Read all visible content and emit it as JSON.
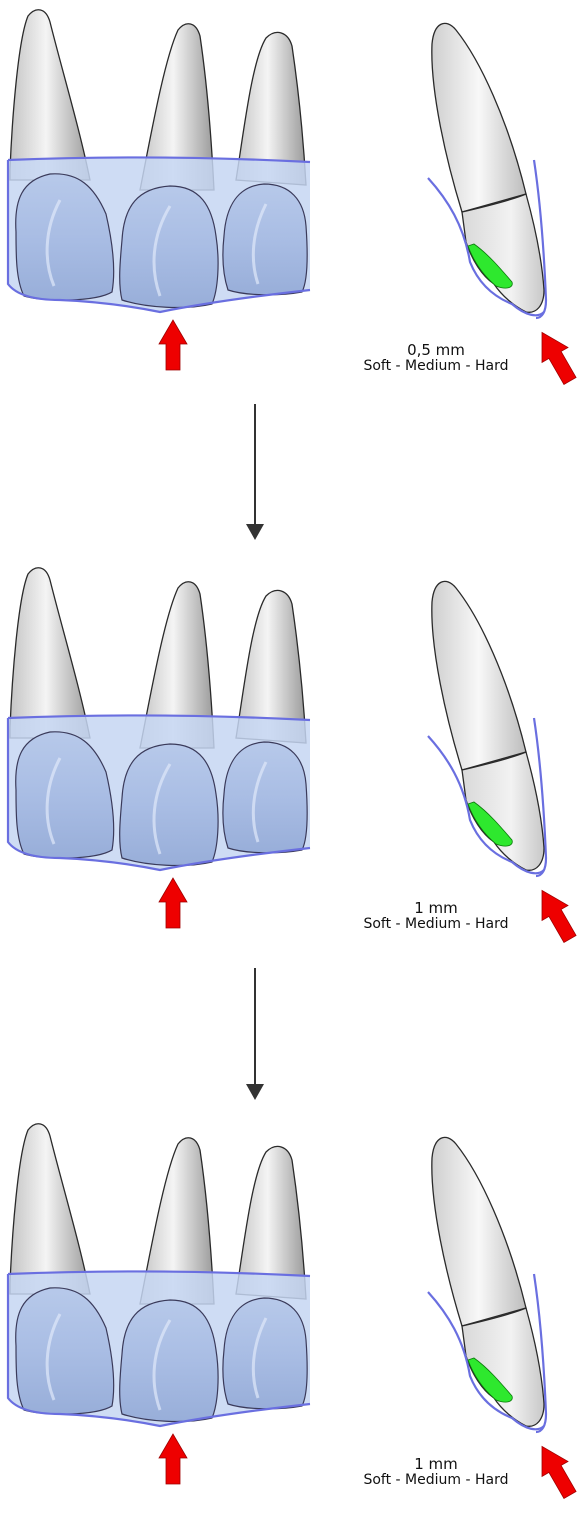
{
  "stages": [
    {
      "thickness": "0,5 mm",
      "hardness": "Soft - Medium - Hard"
    },
    {
      "thickness": "1 mm",
      "hardness": "Soft - Medium - Hard"
    },
    {
      "thickness": "1 mm",
      "hardness": "Soft - Medium - Hard"
    }
  ],
  "colors": {
    "tray_fill": "#c6d6f2",
    "tray_line": "#6a6fe0",
    "tooth_outline": "#2a2a2a",
    "pressure_area": "#2ee82e",
    "force_arrow": "#ee0000",
    "step_arrow": "#333333"
  }
}
